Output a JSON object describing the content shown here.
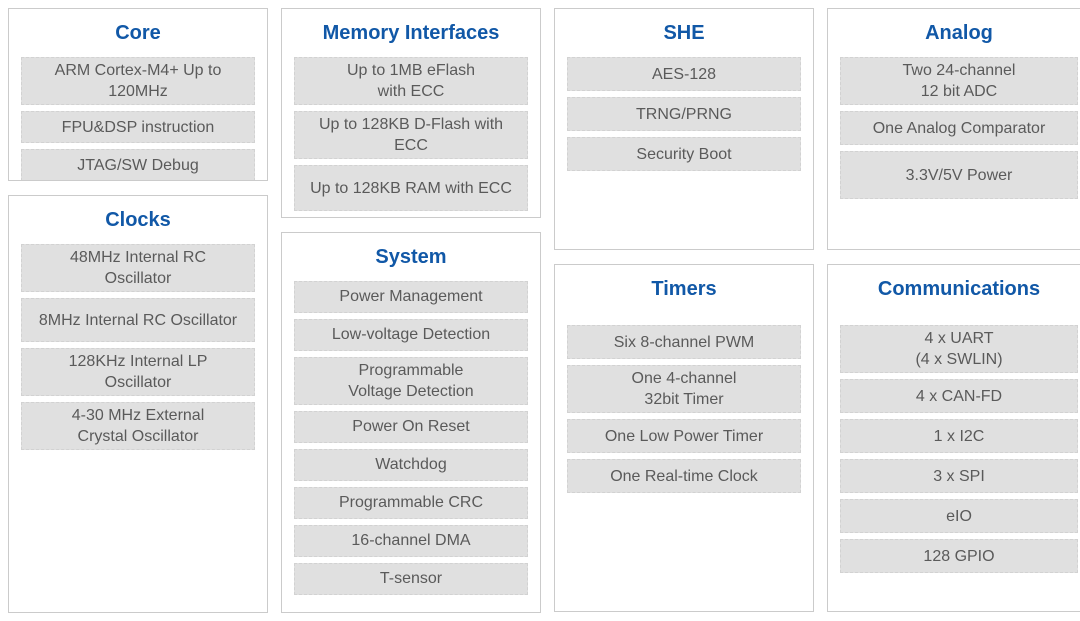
{
  "colors": {
    "title": "#1158a7",
    "cell_bg": "#e0e0e0",
    "cell_text": "#5a5a5a",
    "cell_border": "#d2d2d2",
    "box_border": "#cbcbcb",
    "page_bg": "#ffffff"
  },
  "columns": [
    {
      "boxes": [
        {
          "title": "Core",
          "items": [
            {
              "lines": [
                "ARM Cortex-M4+ Up to",
                "120MHz"
              ]
            },
            {
              "lines": [
                "FPU&DSP instruction"
              ]
            },
            {
              "lines": [
                "JTAG/SW Debug"
              ]
            }
          ]
        },
        {
          "title": "Clocks",
          "items": [
            {
              "lines": [
                "48MHz Internal RC",
                "Oscillator"
              ]
            },
            {
              "lines": [
                "8MHz Internal RC Oscillator"
              ]
            },
            {
              "lines": [
                "128KHz Internal LP",
                "Oscillator"
              ]
            },
            {
              "lines": [
                "4-30 MHz External",
                "Crystal Oscillator"
              ]
            }
          ]
        }
      ]
    },
    {
      "boxes": [
        {
          "title": "Memory Interfaces",
          "items": [
            {
              "lines": [
                "Up to 1MB eFlash",
                "with ECC"
              ]
            },
            {
              "lines": [
                "Up to 128KB D-Flash with",
                "ECC"
              ]
            },
            {
              "lines": [
                "Up to 128KB RAM with ECC"
              ]
            }
          ]
        },
        {
          "title": "System",
          "items": [
            {
              "lines": [
                "Power Management"
              ]
            },
            {
              "lines": [
                "Low-voltage Detection"
              ]
            },
            {
              "lines": [
                "Programmable",
                "Voltage Detection"
              ]
            },
            {
              "lines": [
                "Power On Reset"
              ]
            },
            {
              "lines": [
                "Watchdog"
              ]
            },
            {
              "lines": [
                "Programmable CRC"
              ]
            },
            {
              "lines": [
                "16-channel DMA"
              ]
            },
            {
              "lines": [
                "T-sensor"
              ]
            }
          ]
        }
      ]
    },
    {
      "boxes": [
        {
          "title": "SHE",
          "items": [
            {
              "lines": [
                "AES-128"
              ]
            },
            {
              "lines": [
                "TRNG/PRNG"
              ]
            },
            {
              "lines": [
                "Security Boot"
              ]
            }
          ]
        },
        {
          "title": "Timers",
          "items": [
            {
              "lines": [
                "Six 8-channel PWM"
              ]
            },
            {
              "lines": [
                "One 4-channel",
                "32bit Timer"
              ]
            },
            {
              "lines": [
                "One Low Power Timer"
              ]
            },
            {
              "lines": [
                "One Real-time Clock"
              ]
            }
          ]
        }
      ]
    },
    {
      "boxes": [
        {
          "title": "Analog",
          "items": [
            {
              "lines": [
                "Two 24-channel",
                "12 bit ADC"
              ]
            },
            {
              "lines": [
                "One Analog Comparator"
              ]
            },
            {
              "lines": [
                "3.3V/5V Power"
              ]
            }
          ]
        },
        {
          "title": "Communications",
          "items": [
            {
              "lines": [
                "4 x UART",
                "(4 x SWLIN)"
              ]
            },
            {
              "lines": [
                "4 x CAN-FD"
              ]
            },
            {
              "lines": [
                "1 x I2C"
              ]
            },
            {
              "lines": [
                "3 x SPI"
              ]
            },
            {
              "lines": [
                "eIO"
              ]
            },
            {
              "lines": [
                "128 GPIO"
              ]
            }
          ]
        }
      ]
    }
  ]
}
